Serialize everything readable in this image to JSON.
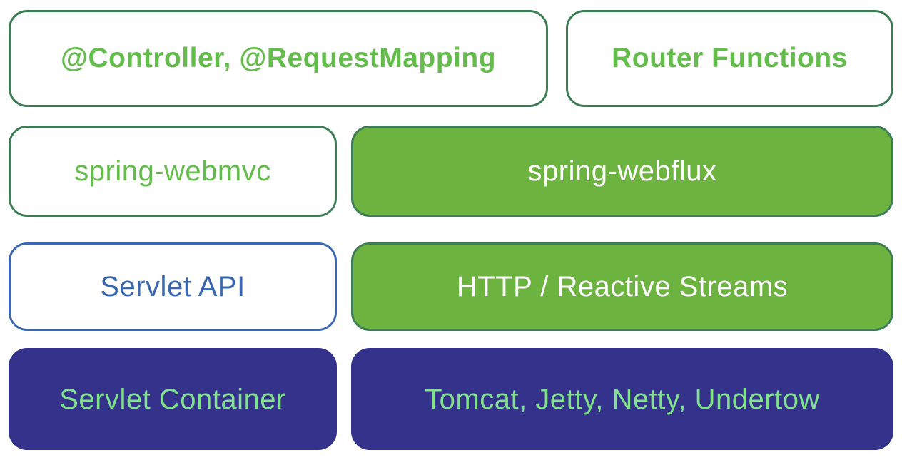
{
  "diagram": {
    "description": "Spring MVC vs Spring WebFlux stack comparison diagram",
    "colors": {
      "green_fill": "#6cb33f",
      "green_border": "#3c7d55",
      "green_text": "#64bc4c",
      "light_green_text": "#82e18c",
      "blue_accent": "#3a67ad",
      "navy_fill": "#34328a",
      "background": "#ffffff"
    },
    "rows": [
      {
        "cells": [
          {
            "label": "@Controller, @RequestMapping"
          },
          {
            "label": "Router Functions"
          }
        ]
      },
      {
        "cells": [
          {
            "label": "spring-webmvc"
          },
          {
            "label": "spring-webflux"
          }
        ]
      },
      {
        "cells": [
          {
            "label": "Servlet API"
          },
          {
            "label": "HTTP / Reactive Streams"
          }
        ]
      },
      {
        "cells": [
          {
            "label": "Servlet Container"
          },
          {
            "label": "Tomcat, Jetty, Netty, Undertow"
          }
        ]
      }
    ]
  }
}
